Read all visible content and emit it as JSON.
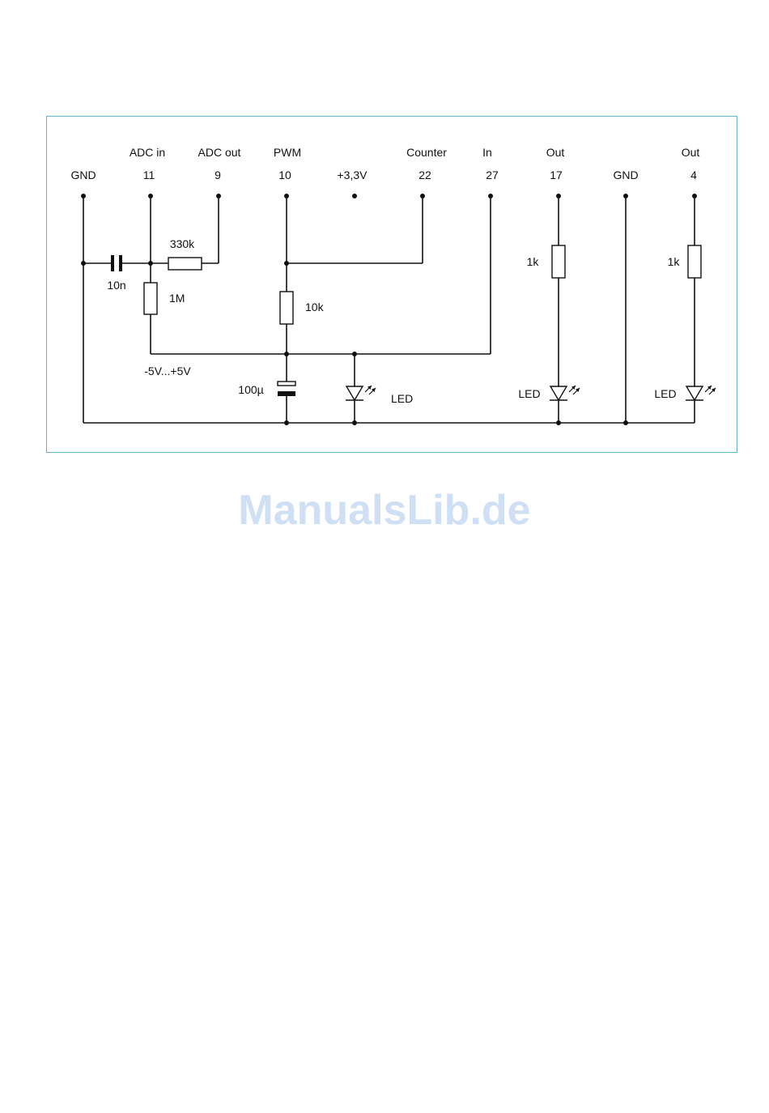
{
  "schematic": {
    "pins": [
      {
        "name": "GND",
        "number": ""
      },
      {
        "name": "ADC in",
        "number": "11"
      },
      {
        "name": "ADC out",
        "number": "9"
      },
      {
        "name": "PWM",
        "number": "10"
      },
      {
        "name": "+3,3V",
        "number": ""
      },
      {
        "name": "Counter",
        "number": "22"
      },
      {
        "name": "In",
        "number": "27"
      },
      {
        "name": "Out",
        "number": "17"
      },
      {
        "name": "GND",
        "number": ""
      },
      {
        "name": "Out",
        "number": "4"
      }
    ],
    "components": {
      "c1": "10n",
      "r_330k": "330k",
      "r_1m": "1M",
      "r_10k": "10k",
      "c2": "100µ",
      "range": "-5V...+5V",
      "led1": "LED",
      "r_1k_a": "1k",
      "led2": "LED",
      "r_1k_b": "1k",
      "led3": "LED"
    },
    "frame_color": "#5fb6c9",
    "wire_color": "#111111"
  },
  "watermark": "ManualsLib.de"
}
